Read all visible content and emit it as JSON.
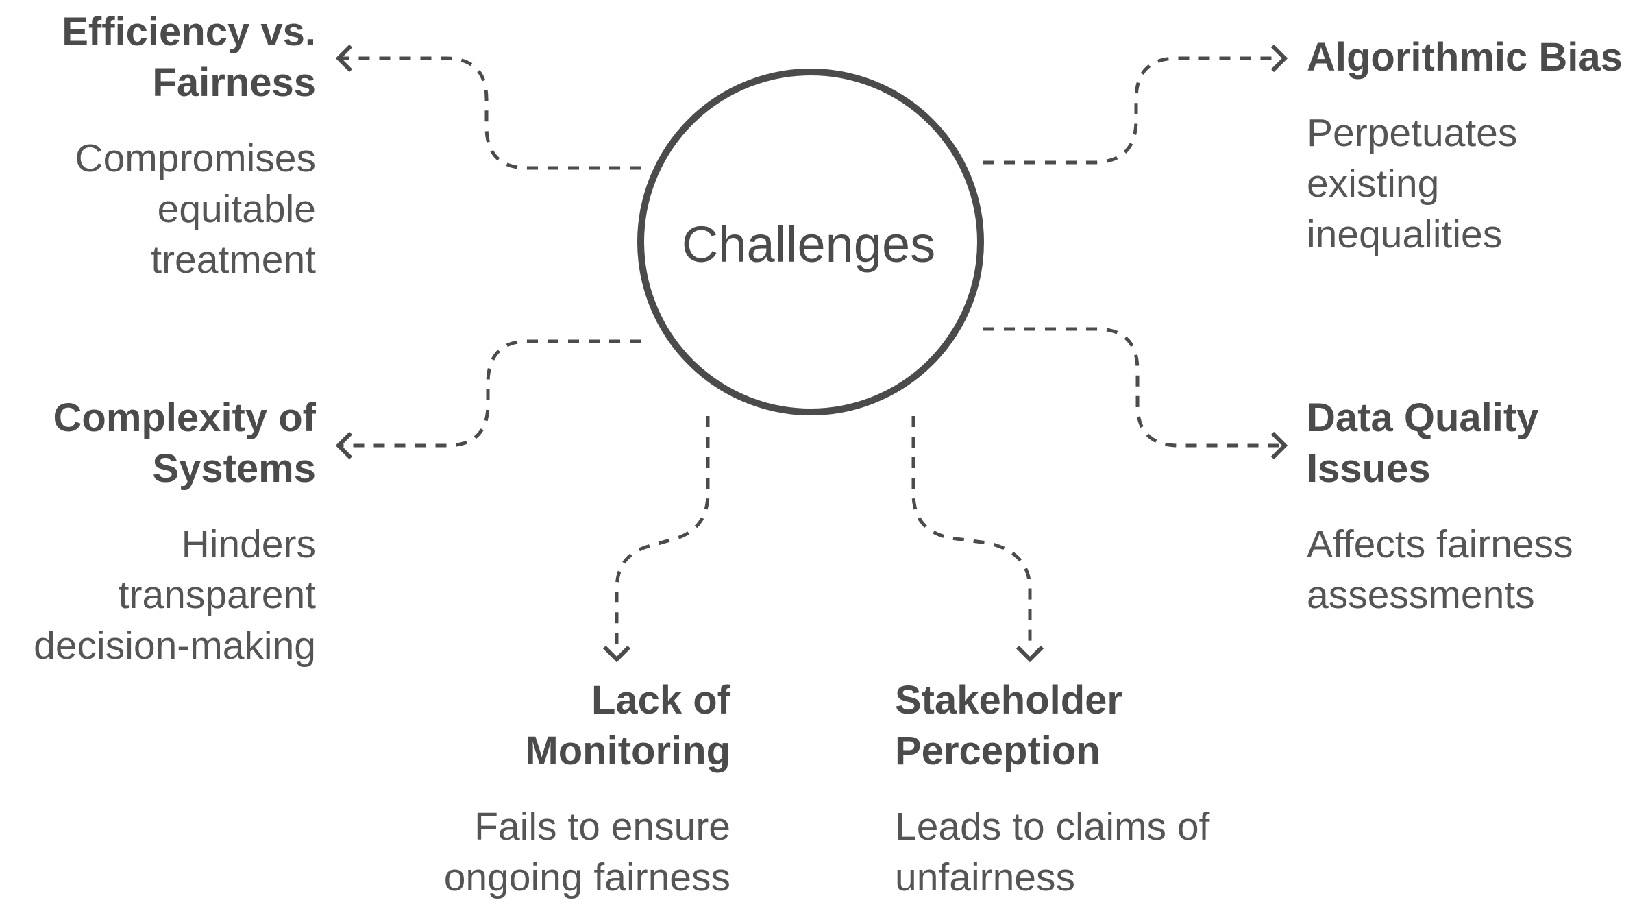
{
  "center": {
    "label": "Challenges"
  },
  "nodes": {
    "efficiency": {
      "title": [
        "Efficiency vs.",
        "Fairness"
      ],
      "desc": [
        "Compromises",
        "equitable",
        "treatment"
      ]
    },
    "algorithmic": {
      "title": [
        "Algorithmic Bias"
      ],
      "desc": [
        "Perpetuates",
        "existing",
        "inequalities"
      ]
    },
    "complexity": {
      "title": [
        "Complexity of",
        "Systems"
      ],
      "desc": [
        "Hinders",
        "transparent",
        "decision-making"
      ]
    },
    "data_quality": {
      "title": [
        "Data Quality",
        "Issues"
      ],
      "desc": [
        "Affects fairness",
        "assessments"
      ]
    },
    "monitoring": {
      "title": [
        "Lack of",
        "Monitoring"
      ],
      "desc": [
        "Fails to ensure",
        "ongoing fairness"
      ]
    },
    "stakeholder": {
      "title": [
        "Stakeholder",
        "Perception"
      ],
      "desc": [
        "Leads to claims of",
        "unfairness"
      ]
    }
  },
  "colors": {
    "stroke": "#4b4b4b",
    "text": "#4b4b4b",
    "background": "#ffffff"
  }
}
